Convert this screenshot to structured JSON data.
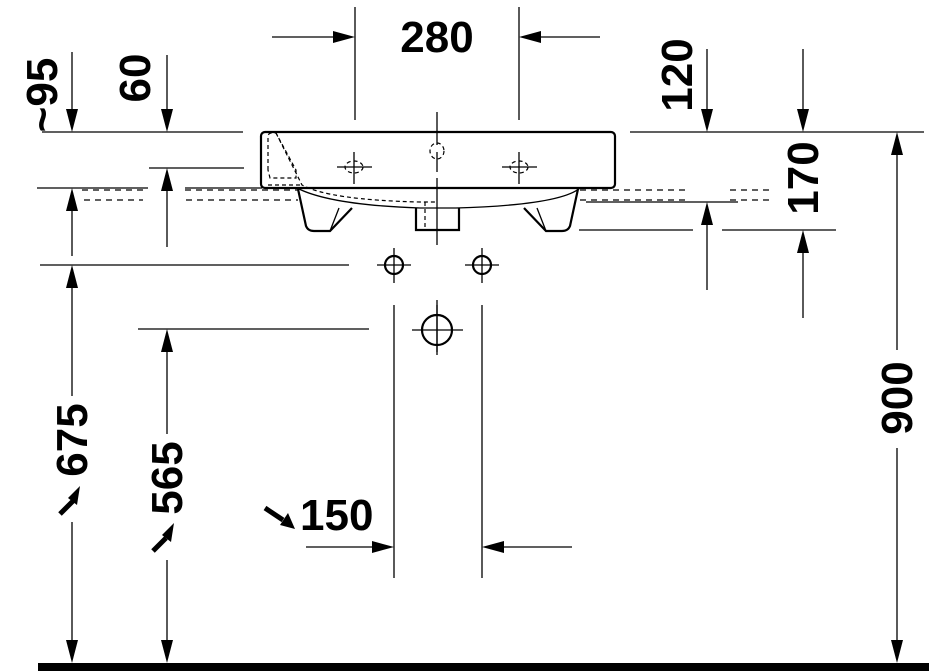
{
  "drawing": {
    "title": "Wall-mounted washbasin dimension drawing (front elevation)",
    "units": "mm",
    "line_color": "#000000",
    "background": "#ffffff"
  },
  "dimensions": {
    "tap_hole_spacing": "280",
    "overflow_depth_approx": "~95",
    "bowl_step": "60",
    "waste_offset": "120",
    "basin_front_height": "170",
    "waste_outlet_height": "675",
    "trap_outlet_height": "565",
    "waste_pipe_width": "150",
    "rim_height": "900"
  }
}
